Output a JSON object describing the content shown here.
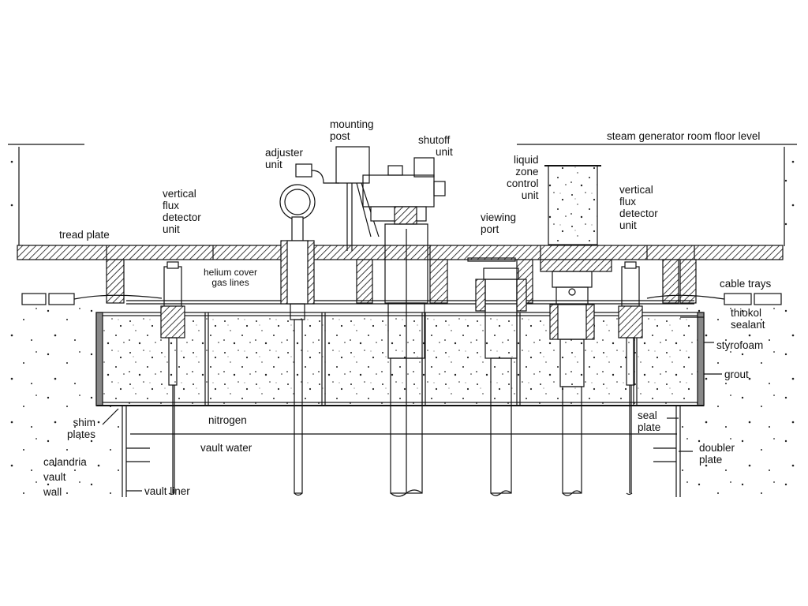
{
  "labels": {
    "steam_floor": "steam generator room floor level",
    "mounting_post": [
      "mounting",
      "post"
    ],
    "adjuster_unit": [
      "adjuster",
      "unit"
    ],
    "shutoff_unit": [
      "shutoff",
      "unit"
    ],
    "liquid_zone": [
      "liquid",
      "zone",
      "control",
      "unit"
    ],
    "vfd_left": [
      "vertical",
      "flux",
      "detector",
      "unit"
    ],
    "vfd_right": [
      "vertical",
      "flux",
      "detector",
      "unit"
    ],
    "tread_plate": "tread plate",
    "viewing_port": [
      "viewing",
      "port"
    ],
    "helium_cover": [
      "helium cover",
      "gas lines"
    ],
    "cable_trays": "cable trays",
    "thiokol_sealant": [
      "thiokol",
      "sealant"
    ],
    "styrofoam": "styrofoam",
    "grout": "grout",
    "shim_plates": [
      "shim",
      "plates"
    ],
    "nitrogen": "nitrogen",
    "vault_water": "vault water",
    "calandria": [
      "calandria",
      "vault",
      "wall"
    ],
    "vault_liner": "vault liner",
    "seal_plate": [
      "seal",
      "plate"
    ],
    "doubler_plate": [
      "doubler",
      "plate"
    ]
  },
  "colors": {
    "line": "#111111",
    "background": "#ffffff"
  }
}
